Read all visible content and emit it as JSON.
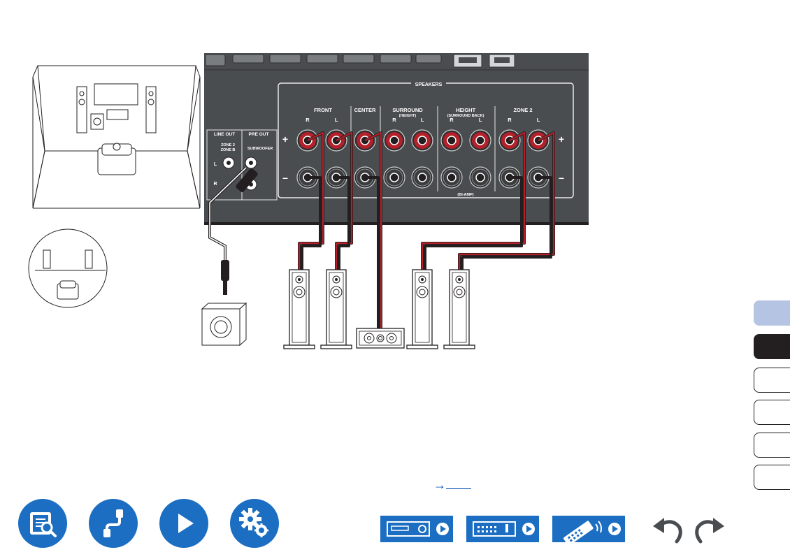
{
  "panel": {
    "speakers_title": "SPEAKERS",
    "channels": [
      {
        "name": "FRONT",
        "sub": "",
        "lr": [
          "R",
          "L"
        ]
      },
      {
        "name": "CENTER",
        "sub": "",
        "lr": []
      },
      {
        "name": "SURROUND",
        "sub": "(HEIGHT)",
        "lr": [
          "R",
          "L"
        ]
      },
      {
        "name": "HEIGHT",
        "sub": "(SURROUND BACK)",
        "lr": [
          "R",
          "L"
        ]
      },
      {
        "name": "ZONE 2",
        "sub": "",
        "lr": [
          "R",
          "L"
        ]
      }
    ],
    "bi_amp": "(BI-AMP)",
    "line_out": "LINE OUT",
    "pre_out": "PRE OUT",
    "zone2": "ZONE 2",
    "zone_b": "ZONE B",
    "subwoofer": "SUBWOOFER",
    "jack_l": "L",
    "jack_r": "R",
    "plus": "+",
    "minus": "–"
  },
  "xref": {
    "arrow": "→",
    "link": ""
  },
  "nav": {
    "round_buttons": [
      "contents-icon",
      "connections-icon",
      "playback-icon",
      "setup-icon"
    ],
    "rect_buttons": [
      "front-panel-icon",
      "rear-panel-icon",
      "remote-icon"
    ],
    "undo": "undo-icon",
    "redo": "redo-icon"
  },
  "colors": {
    "accent": "#1b6ec2",
    "tab_highlight": "#b6c4e4",
    "panel": "#4a4d50",
    "terminal_red": "#b3202a",
    "link": "#0046ad"
  }
}
